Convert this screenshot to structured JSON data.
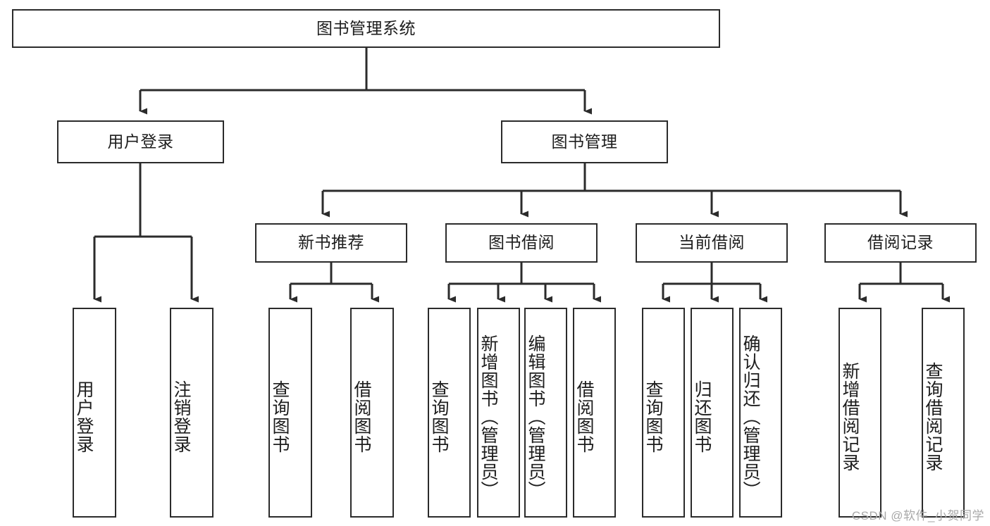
{
  "diagram": {
    "title": "图书管理系统",
    "watermark": "CSDN @软件_小贺同学",
    "colors": {
      "stroke": "#2b2b2b",
      "fill": "#ffffff",
      "text": "#1d1d1d",
      "watermark": "#a8a8a8"
    },
    "nodes": {
      "root": {
        "label": "图书管理系统"
      },
      "level1": [
        {
          "id": "user-login",
          "label": "用户登录"
        },
        {
          "id": "book-management",
          "label": "图书管理"
        }
      ],
      "level2": [
        {
          "id": "new-book-recommend",
          "label": "新书推荐"
        },
        {
          "id": "book-borrow",
          "label": "图书借阅"
        },
        {
          "id": "current-borrow",
          "label": "当前借阅"
        },
        {
          "id": "borrow-record",
          "label": "借阅记录"
        }
      ],
      "leaves": {
        "user-login": [
          {
            "id": "leaf-user-login",
            "label": "用户登录"
          },
          {
            "id": "leaf-user-logout",
            "label": "注销登录"
          }
        ],
        "new-book-recommend": [
          {
            "id": "leaf-query-book-1",
            "label": "查询图书"
          },
          {
            "id": "leaf-borrow-book-1",
            "label": "借阅图书"
          }
        ],
        "book-borrow": [
          {
            "id": "leaf-query-book-2",
            "label": "查询图书"
          },
          {
            "id": "leaf-add-book",
            "label": "新增图书（管理员）"
          },
          {
            "id": "leaf-edit-book",
            "label": "编辑图书（管理员）"
          },
          {
            "id": "leaf-borrow-book-2",
            "label": "借阅图书"
          }
        ],
        "current-borrow": [
          {
            "id": "leaf-query-book-3",
            "label": "查询图书"
          },
          {
            "id": "leaf-return-book",
            "label": "归还图书"
          },
          {
            "id": "leaf-confirm-return",
            "label": "确认归还（管理员）"
          }
        ],
        "borrow-record": [
          {
            "id": "leaf-add-record",
            "label": "新增借阅记录"
          },
          {
            "id": "leaf-query-record",
            "label": "查询借阅记录"
          }
        ]
      }
    }
  }
}
